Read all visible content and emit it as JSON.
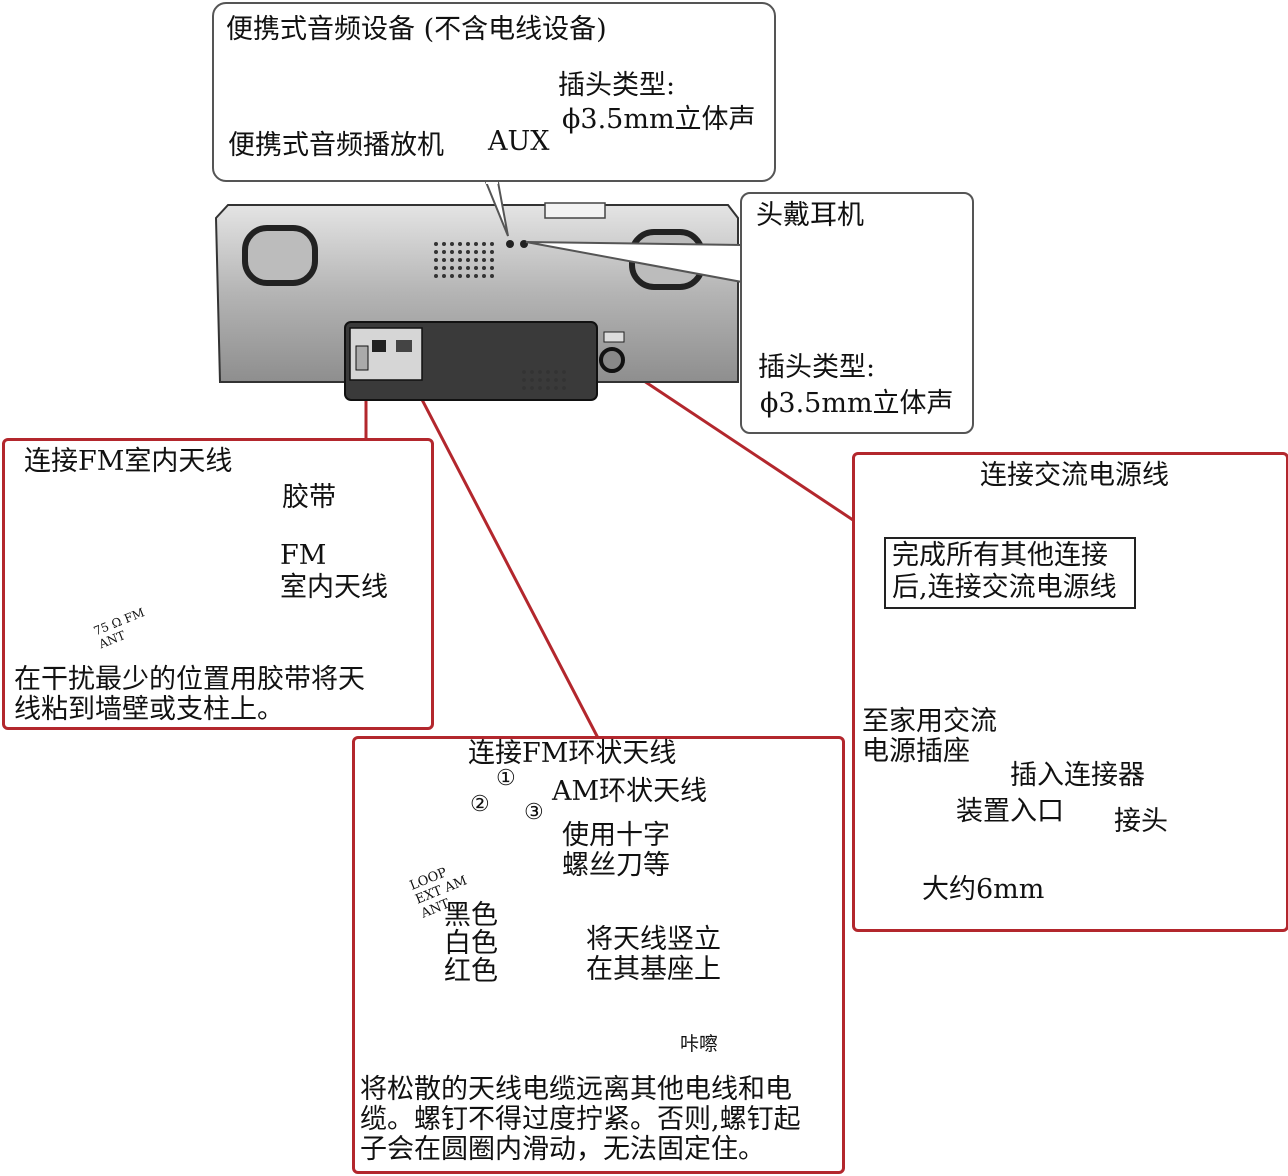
{
  "portable": {
    "title": "便携式音频设备 (不含电线设备)",
    "player": "便携式音频播放机",
    "aux": "AUX",
    "plug_type": "插头类型:",
    "plug_spec": "ϕ3.5mm立体声"
  },
  "headphones": {
    "title": "头戴耳机",
    "plug_type": "插头类型:",
    "plug_spec": "ϕ3.5mm立体声"
  },
  "fm_indoor": {
    "title": "连接FM室内天线",
    "tape": "胶带",
    "fm": "FM",
    "antenna": "室内天线",
    "socket": "75 Ω FM ANT",
    "note_line1": "在干扰最少的位置用胶带将天",
    "note_line2": "线粘到墙壁或支柱上。"
  },
  "ac_power": {
    "title": "连接交流电源线",
    "note_line1": "完成所有其他连接",
    "note_line2": "后,连接交流电源线",
    "outlet_line1": "至家用交流",
    "outlet_line2": "电源插座",
    "insert": "插入连接器",
    "inlet": "装置入口",
    "plug": "接头",
    "approx": "大约6mm"
  },
  "fm_loop": {
    "title": "连接FM环状天线",
    "step1": "①",
    "step2": "②",
    "step3": "③",
    "am_loop": "AM环状天线",
    "screwdriver_line1": "使用十字",
    "screwdriver_line2": "螺丝刀等",
    "terminal": "LOOP EXT AM ANT",
    "black": "黑色",
    "white": "白色",
    "red": "红色",
    "stand_line1": "将天线竖立",
    "stand_line2": "在其基座上",
    "click": "咔嚓",
    "note_line1": "将松散的天线电缆远离其他电线和电",
    "note_line2": "缆。螺钉不得过度拧紧。否则,螺钉起",
    "note_line3": "子会在圆圈内滑动，无法固定住。"
  },
  "colors": {
    "accent_red": "#b3272d",
    "frame_gray": "#555555"
  }
}
